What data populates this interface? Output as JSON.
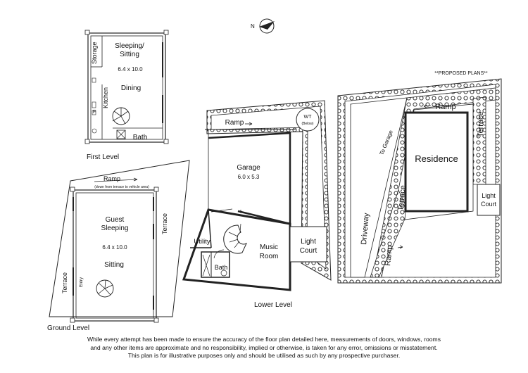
{
  "compass": {
    "label": "N"
  },
  "first_level": {
    "title": "First Level",
    "storage": "Storage",
    "room_name": "Sleeping/",
    "room_name_2": "Sitting",
    "room_size": "6.4 x 10.0",
    "dining": "Dining",
    "kitchen": "Kitchen",
    "fridge": "F",
    "bath": "Bath"
  },
  "ground_level": {
    "title": "Ground Level",
    "ramp": "Ramp",
    "ramp_note": "(down from terrace to vehicle area)",
    "room_name": "Guest",
    "room_name_2": "Sleeping",
    "room_size": "6.4 x 10.0",
    "sitting": "Sitting",
    "terrace_left": "Terrace",
    "terrace_right": "Terrace",
    "entry": "Entry"
  },
  "lower_level": {
    "title": "Lower Level",
    "ramp": "Ramp",
    "wt": "WT",
    "wt_note": "(Below)",
    "garage": "Garage",
    "garage_size": "6.0 x 5.3",
    "utility": "Utility",
    "music": "Music",
    "room": "Room",
    "bath": "Bath",
    "light": "Light",
    "court": "Court"
  },
  "proposed": {
    "title": "**PROPOSED PLANS**",
    "ramp_top": "Ramp",
    "terrace_right": "Terrace",
    "to_garage": "To Garage",
    "residence": "Residence",
    "terrace_mid": "Terrace",
    "light": "Light",
    "court": "Court",
    "driveway": "Driveway",
    "ramp_bottom": "Ramp"
  },
  "disclaimer": [
    "While every attempt has been made to ensure the accuracy of the floor plan detailed here, measurements of doors, windows, rooms",
    "and any other items are approximate and no responsibility, implied or otherwise, is taken for any error, omissions or misstatement.",
    "This plan is for illustrative purposes only and should be utilised as such by any prospective purchaser."
  ]
}
